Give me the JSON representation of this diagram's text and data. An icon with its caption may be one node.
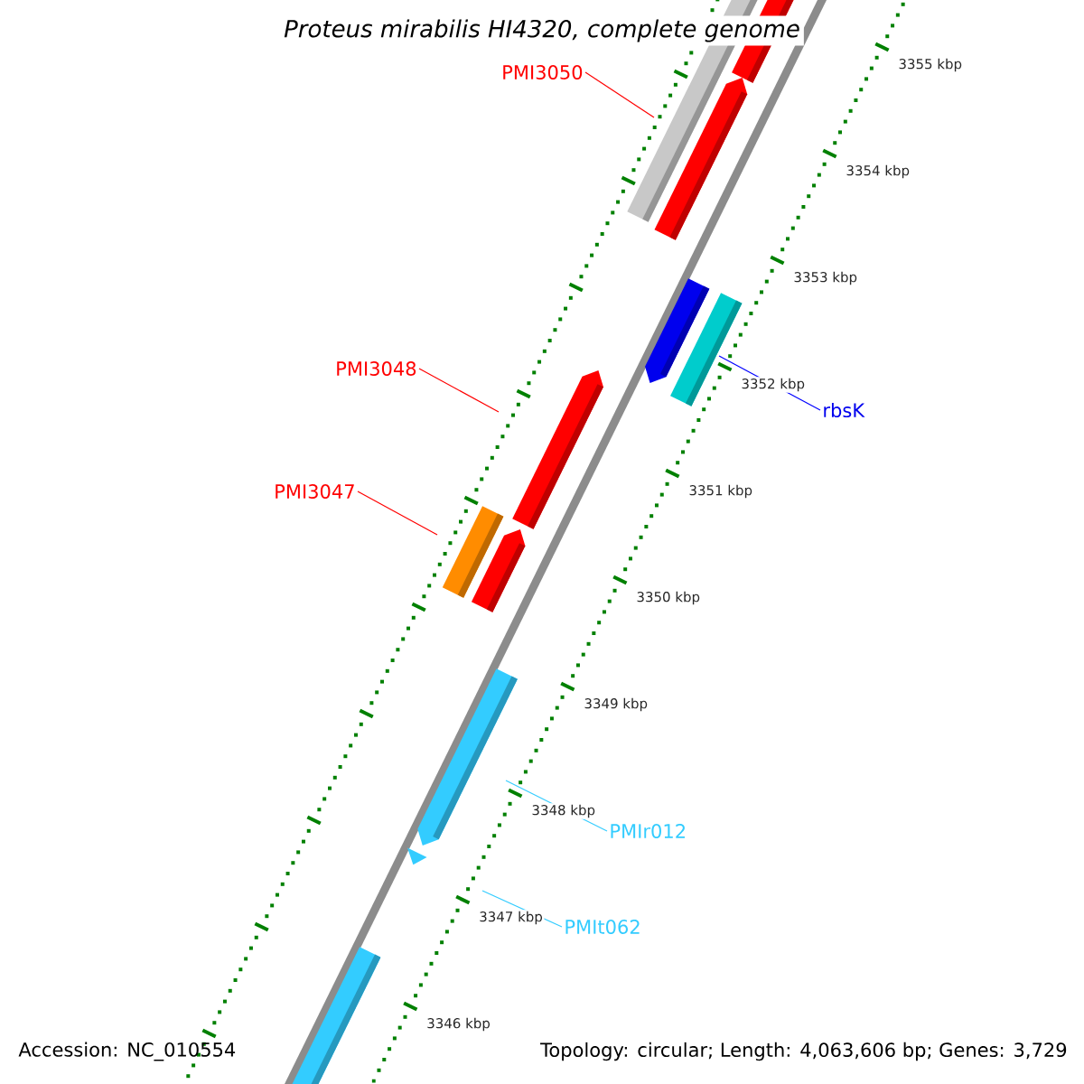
{
  "diagram": {
    "title": "Proteus mirabilis HI4320, complete genome",
    "nodes": [
      {
        "text": [
          "PMI3050"
        ]
      },
      {
        "text": [
          "PMI3048"
        ]
      },
      {
        "text": [
          "PMI3047"
        ]
      },
      {
        "text": [
          "rbsK"
        ]
      },
      {
        "text": [
          "PMIr012"
        ]
      },
      {
        "text": [
          "PMIt062"
        ]
      }
    ],
    "edges": [
      {
        "from": 0,
        "to": null,
        "arrow": "none"
      },
      {
        "from": 1,
        "to": null,
        "arrow": "none"
      },
      {
        "from": 2,
        "to": null,
        "arrow": "none"
      },
      {
        "from": 3,
        "to": null,
        "arrow": "none",
        "color": "#0000ff"
      },
      {
        "from": 4,
        "to": null,
        "arrow": "none",
        "color": "#33ccff"
      },
      {
        "from": 5,
        "to": null,
        "arrow": "none",
        "color": "#33ccff"
      }
    ],
    "labels": [
      "3355 kbp",
      "3354 kbp",
      "3353 kbp",
      "3352 kbp",
      "3351 kbp",
      "3350 kbp",
      "3349 kbp",
      "3348 kbp",
      "3347 kbp",
      "3346 kbp",
      "Accession: NC_010554",
      "Topology: circular; Length: 4,063,606 bp; Genes: 3,729"
    ]
  }
}
